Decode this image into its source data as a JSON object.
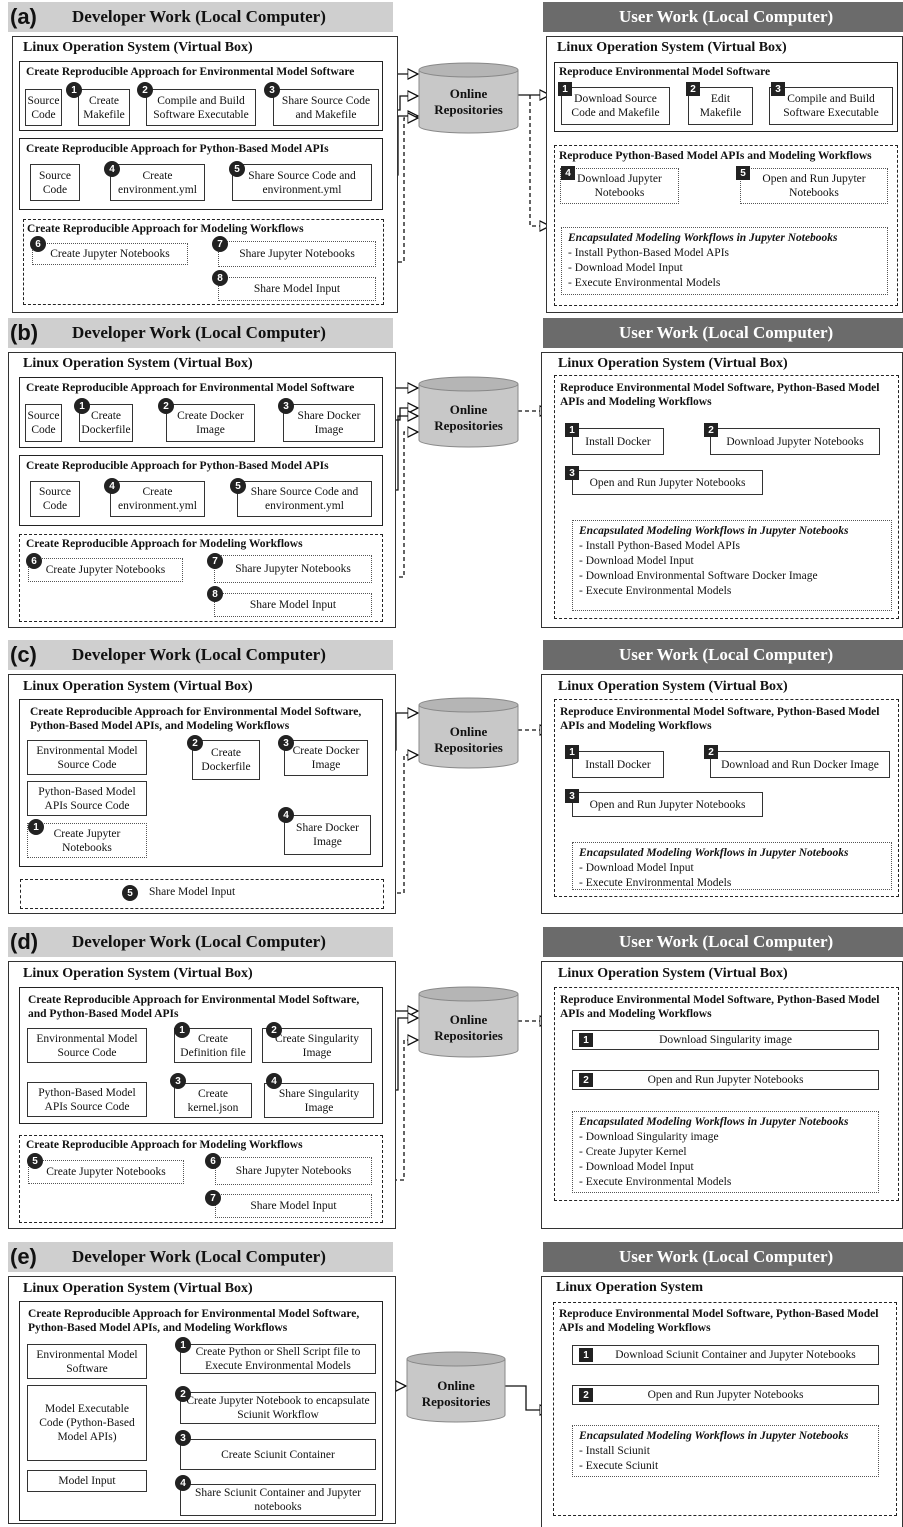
{
  "common": {
    "dev_header": "Developer Work (Local Computer)",
    "user_header": "User Work (Local Computer)",
    "os_title": "Linux Operation System (Virtual Box)",
    "os_title_plain": "Linux Operation System",
    "online_repos": "Online Repositories",
    "source_code": "Source Code",
    "enc_title": "Encapsulated Modeling Workflows in Jupyter Notebooks"
  },
  "a": {
    "label": "(a)",
    "g1_title": "Create Reproducible Approach for Environmental Model Software",
    "g1_b1": "Create Makefile",
    "g1_b2": "Compile and Build Software Executable",
    "g1_b3": "Share Source Code and Makefile",
    "g2_title": "Create Reproducible Approach for Python-Based Model APIs",
    "g2_b4": "Create environment.yml",
    "g2_b5": "Share Source Code and environment.yml",
    "g3_title": "Create Reproducible Approach for Modeling Workflows",
    "g3_b6": "Create Jupyter Notebooks",
    "g3_b7": "Share Jupyter Notebooks",
    "g3_b8": "Share Model Input",
    "u1_title": "Reproduce Environmental Model Software",
    "u1_b1": "Download Source Code and Makefile",
    "u1_b2": "Edit Makefile",
    "u1_b3": "Compile and Build Software Executable",
    "u2_title": "Reproduce Python-Based Model APIs and Modeling Workflows",
    "u2_b4": "Download Jupyter Notebooks",
    "u2_b5": "Open and Run Jupyter Notebooks",
    "enc_items": [
      "- Install Python-Based Model APIs",
      "- Download Model Input",
      "- Execute Environmental Models"
    ]
  },
  "b": {
    "label": "(b)",
    "g1_title": "Create Reproducible Approach for Environmental Model Software",
    "g1_b1": "Create Dockerfile",
    "g1_b2": "Create Docker Image",
    "g1_b3": "Share Docker Image",
    "g2_title": "Create Reproducible Approach for Python-Based Model APIs",
    "g2_b4": "Create environment.yml",
    "g2_b5": "Share Source Code and environment.yml",
    "g3_title": "Create Reproducible Approach for Modeling Workflows",
    "g3_b6": "Create Jupyter Notebooks",
    "g3_b7": "Share Jupyter Notebooks",
    "g3_b8": "Share Model Input",
    "u_title": "Reproduce Environmental Model Software, Python-Based Model APIs and Modeling Workflows",
    "u_b1": "Install Docker",
    "u_b2": "Download Jupyter Notebooks",
    "u_b3": "Open and Run Jupyter Notebooks",
    "enc_items": [
      "- Install Python-Based Model APIs",
      "- Download Model Input",
      "- Download Environmental Software Docker Image",
      "- Execute Environmental Models"
    ]
  },
  "c": {
    "label": "(c)",
    "g_title": "Create Reproducible Approach for Environmental Model Software, Python-Based Model APIs, and Modeling Workflows",
    "src_env": "Environmental Model Source Code",
    "src_py": "Python-Based Model APIs Source Code",
    "b1": "Create Jupyter Notebooks",
    "b2": "Create Dockerfile",
    "b3": "Create Docker Image",
    "b4": "Share Docker Image",
    "b5": "Share Model Input",
    "u_title": "Reproduce Environmental Model Software, Python-Based Model APIs and Modeling Workflows",
    "u_b1": "Install Docker",
    "u_b2": "Download and Run Docker Image",
    "u_b3": "Open and Run Jupyter Notebooks",
    "enc_items": [
      "- Download Model Input",
      "- Execute Environmental Models"
    ]
  },
  "d": {
    "label": "(d)",
    "g1_title": "Create Reproducible Approach for Environmental Model Software, and Python-Based Model APIs",
    "src_env": "Environmental Model Source Code",
    "src_py": "Python-Based Model APIs Source Code",
    "b1": "Create Definition file",
    "b2": "Create Singularity Image",
    "b3": "Create kernel.json",
    "b4": "Share Singularity Image",
    "g2_title": "Create Reproducible Approach for Modeling Workflows",
    "b5": "Create Jupyter Notebooks",
    "b6": "Share Jupyter Notebooks",
    "b7": "Share Model Input",
    "u_title": "Reproduce Environmental Model Software, Python-Based Model APIs and Modeling Workflows",
    "u_b1": "Download Singularity image",
    "u_b2": "Open and Run Jupyter Notebooks",
    "enc_items": [
      "- Download Singularity image",
      "- Create Jupyter Kernel",
      "- Download Model Input",
      "- Execute Environmental Models"
    ]
  },
  "e": {
    "label": "(e)",
    "g_title": "Create Reproducible Approach for Environmental Model Software, Python-Based Model APIs, and Modeling Workflows",
    "src_env": "Environmental Model Software",
    "src_exe": "Model Executable Code (Python-Based Model APIs)",
    "src_input": "Model Input",
    "b1": "Create Python or Shell Script file to Execute Environmental Models",
    "b2": "Create Jupyter Notebook to encapsulate Sciunit Workflow",
    "b3": "Create Sciunit Container",
    "b4": "Share Sciunit Container and Jupyter notebooks",
    "u_title": "Reproduce Environmental Model Software, Python-Based Model APIs and Modeling Workflows",
    "u_b1": "Download Sciunit Container and Jupyter Notebooks",
    "u_b2": "Open and Run Jupyter Notebooks",
    "enc_items": [
      "- Install Sciunit",
      "- Execute Sciunit"
    ]
  }
}
